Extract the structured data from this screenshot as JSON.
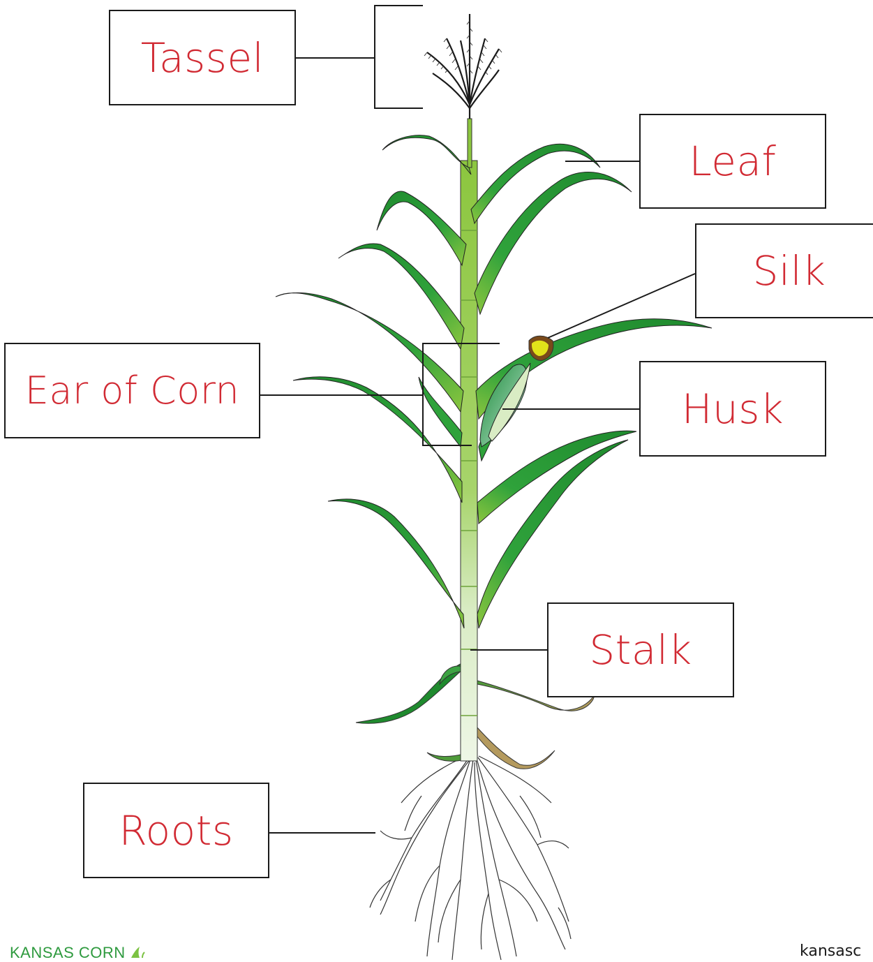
{
  "labels": {
    "tassel": "Tassel",
    "leaf": "Leaf",
    "silk": "Silk",
    "ear": "Ear of Corn",
    "husk": "Husk",
    "stalk": "Stalk",
    "roots": "Roots"
  },
  "footer": {
    "logo_text": "KANSAS CORN",
    "site_text": "kansasc"
  },
  "colors": {
    "label_text": "#d12a33",
    "leaf_dark": "#1f8a2e",
    "leaf_light": "#8cc63f",
    "stalk": "#9fd05a",
    "silk": "#e2e21a",
    "dry_leaf": "#a8935a",
    "logo": "#2e9a3e"
  }
}
